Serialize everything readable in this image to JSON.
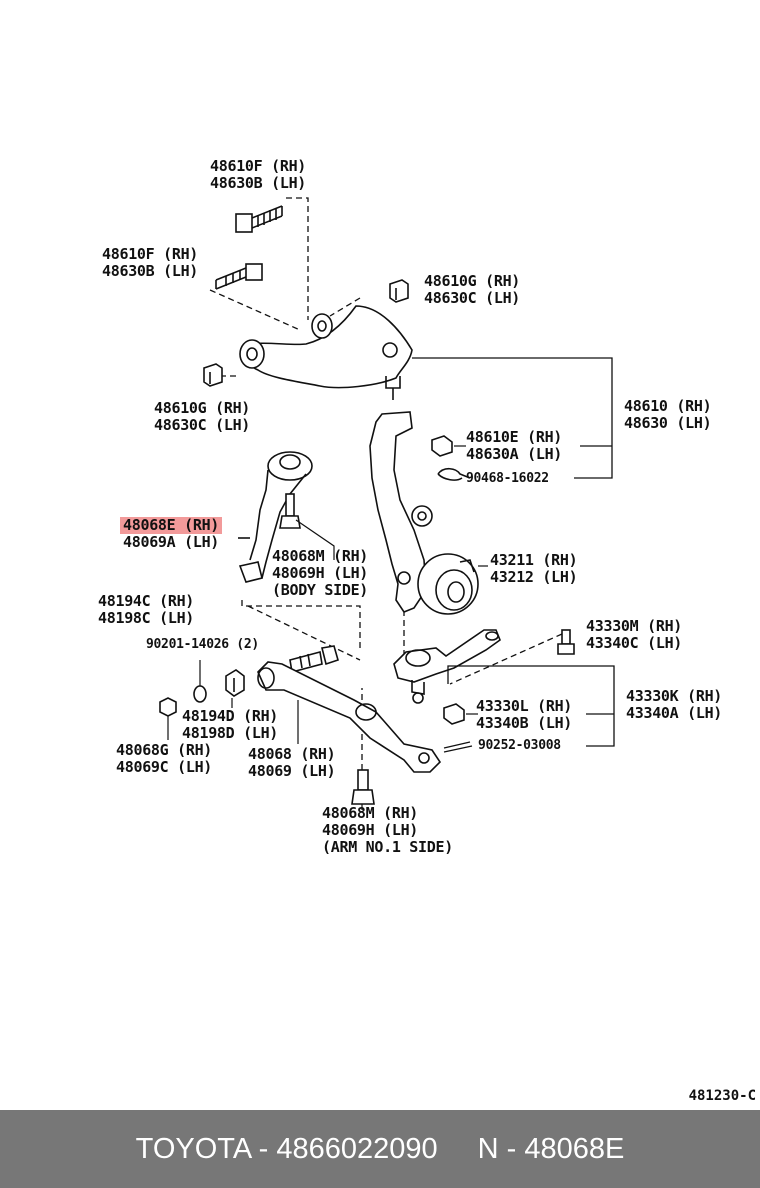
{
  "labels": {
    "bolt_top": [
      "48610F (RH)",
      "48630B (LH)"
    ],
    "bolt_left": [
      "48610F (RH)",
      "48630B (LH)"
    ],
    "bushing_top_right": [
      "48610G (RH)",
      "48630C (LH)"
    ],
    "bushing_left": [
      "48610G (RH)",
      "48630C (LH)"
    ],
    "upper_arm": [
      "48610 (RH)",
      "48630 (LH)"
    ],
    "nut_upper": [
      "48610E (RH)",
      "48630A (LH)"
    ],
    "cotter_upper": "90468-16022",
    "strut_rh": "48068E (RH)",
    "strut_lh": "48069A (LH)",
    "strut_bolt": [
      "48068M (RH)",
      "48069H (LH)",
      "(BODY SIDE)"
    ],
    "knuckle": [
      "43211 (RH)",
      "43212 (LH)"
    ],
    "lower_bush": [
      "48194C (RH)",
      "48198C (LH)"
    ],
    "washer": "90201-14026 (2)",
    "ball_bolt": [
      "43330M (RH)",
      "43340C (LH)"
    ],
    "nut_lower": [
      "43330L (RH)",
      "43340B (LH)"
    ],
    "ball_joint": [
      "43330K (RH)",
      "43340A (LH)"
    ],
    "cotter_lower": "90252-03008",
    "cushion": [
      "48194D (RH)",
      "48198D (LH)"
    ],
    "nut_g": [
      "48068G (RH)",
      "48069C (LH)"
    ],
    "lower_arm": [
      "48068 (RH)",
      "48069 (LH)"
    ],
    "arm_bolt": [
      "48068M (RH)",
      "48069H (LH)",
      "(ARM NO.1 SIDE)"
    ]
  },
  "ref_code": "481230-C",
  "footer": {
    "brand_part": "TOYOTA - 4866022090",
    "ref_part": "N - 48068E"
  },
  "colors": {
    "highlight": "#f29a9a",
    "footer_bg": "#777777"
  }
}
